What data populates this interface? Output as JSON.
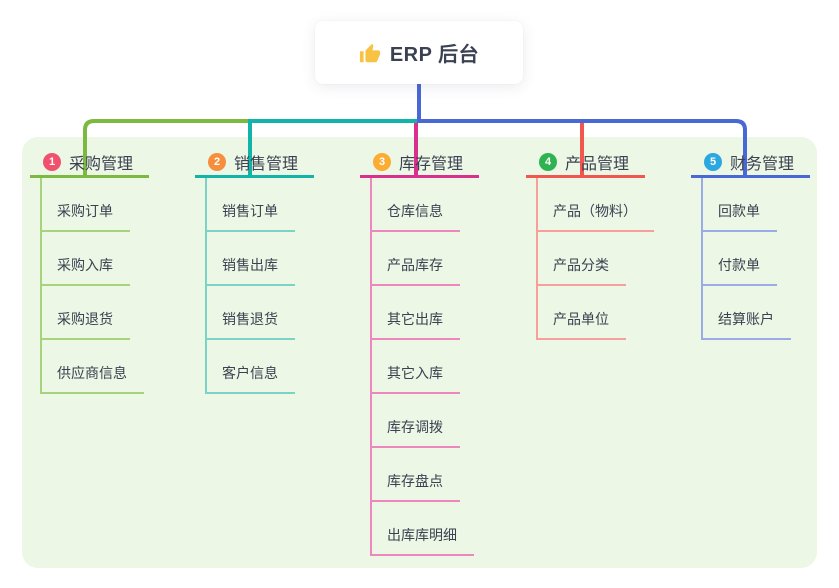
{
  "root": {
    "label": "ERP 后台",
    "icon": "thumbs-up-icon"
  },
  "colors": {
    "canvas_bg": "#FFFFFF",
    "panel_bg": "#ECF7E6",
    "text": "#3B4150",
    "root_connector": "#4A68D5"
  },
  "branches": [
    {
      "number": "1",
      "title": "采购管理",
      "circle_color": "#F0516D",
      "line_color": "#7CB940",
      "line_light_color": "#A8D37D",
      "items": [
        "采购订单",
        "采购入库",
        "采购退货",
        "供应商信息"
      ]
    },
    {
      "number": "2",
      "title": "销售管理",
      "circle_color": "#F78E3B",
      "line_color": "#12B3A8",
      "line_light_color": "#7BD2C6",
      "items": [
        "销售订单",
        "销售出库",
        "销售退货",
        "客户信息"
      ]
    },
    {
      "number": "3",
      "title": "库存管理",
      "circle_color": "#FBAC33",
      "line_color": "#D9308E",
      "line_light_color": "#EC88BD",
      "items": [
        "仓库信息",
        "产品库存",
        "其它出库",
        "其它入库",
        "库存调拨",
        "库存盘点",
        "出库库明细"
      ]
    },
    {
      "number": "4",
      "title": "产品管理",
      "circle_color": "#2FB351",
      "line_color": "#F2574F",
      "line_light_color": "#F5A09B",
      "items": [
        "产品（物料）",
        "产品分类",
        "产品单位"
      ]
    },
    {
      "number": "5",
      "title": "财务管理",
      "circle_color": "#2BA8E0",
      "line_color": "#4A68D5",
      "line_light_color": "#9AACE6",
      "items": [
        "回款单",
        "付款单",
        "结算账户"
      ]
    }
  ]
}
